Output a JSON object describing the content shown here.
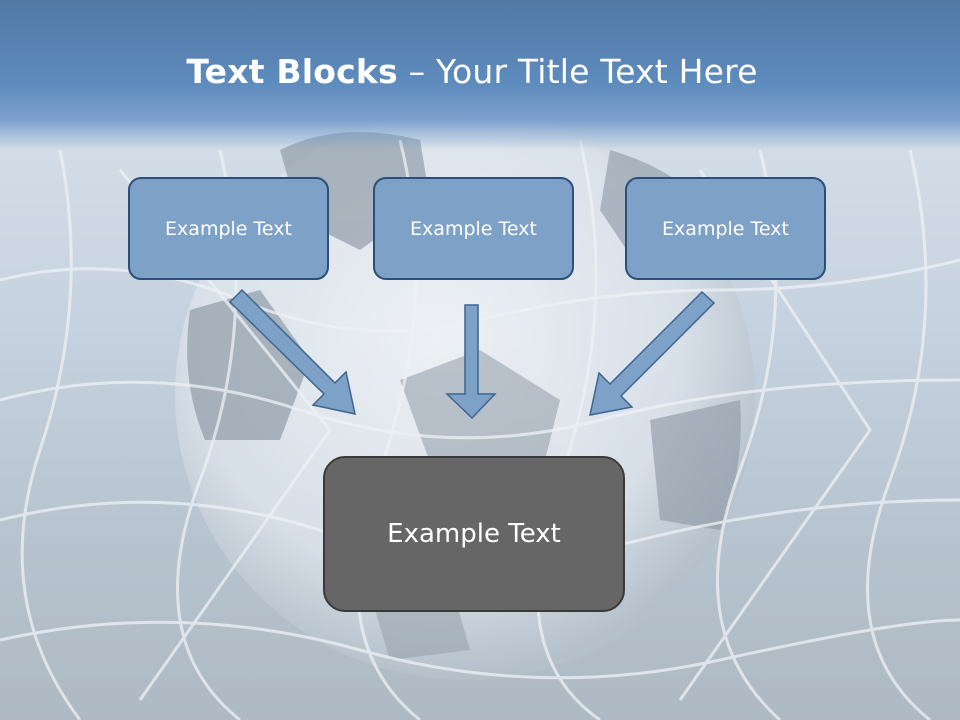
{
  "slide": {
    "title_bold": "Text Blocks",
    "title_separator": " – ",
    "title_rest": "Your Title Text Here"
  },
  "blocks": [
    {
      "label": "Example Text"
    },
    {
      "label": "Example Text"
    },
    {
      "label": "Example Text"
    }
  ],
  "target_block": {
    "label": "Example Text"
  },
  "colors": {
    "header": "#5d8bbd",
    "block_fill": "#7ea1c8",
    "block_border": "#2b4f78",
    "target_fill": "#666666",
    "arrow_fill": "#7ea1c8"
  }
}
